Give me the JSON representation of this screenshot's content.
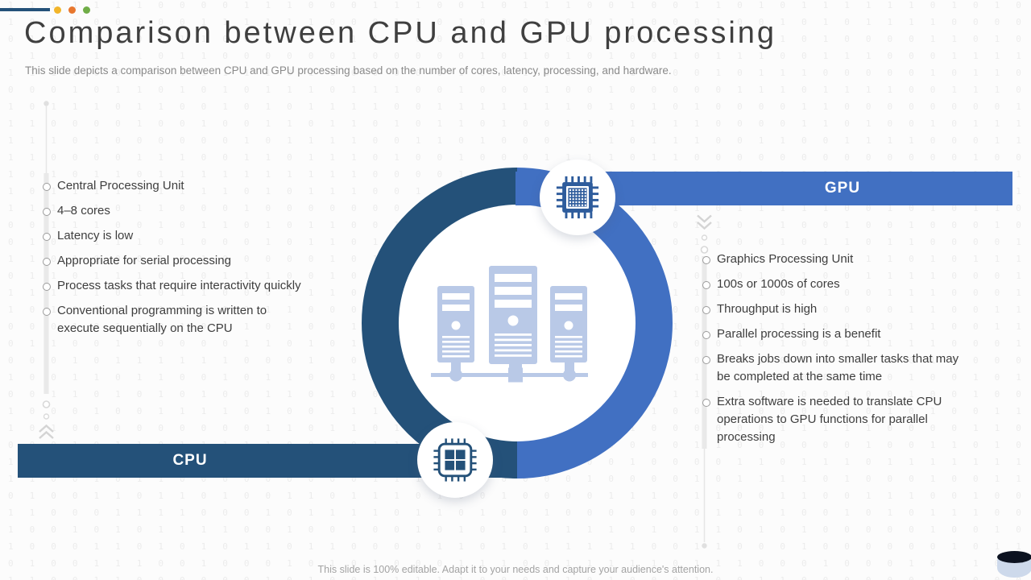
{
  "slide": {
    "title": "Comparison between CPU and GPU processing",
    "subtitle": "This slide depicts a comparison between CPU and GPU processing based on the number of cores, latency, processing, and hardware.",
    "footer": "This slide is 100% editable. Adapt it to your needs and capture your audience's attention."
  },
  "cpu": {
    "label": "CPU",
    "bullets": [
      "Central Processing Unit",
      "4–8 cores",
      "Latency is low",
      "Appropriate for serial processing",
      "Process tasks that require interactivity quickly",
      "Conventional programming is written to execute sequentially on the CPU"
    ]
  },
  "gpu": {
    "label": "GPU",
    "bullets": [
      "Graphics Processing Unit",
      "100s or 1000s of cores",
      "Throughput is high",
      "Parallel processing is a benefit",
      "Breaks jobs down into smaller tasks that may be completed at the same time",
      "Extra software is needed to translate CPU operations to GPU functions for parallel processing"
    ]
  },
  "icons": {
    "center": "server-cluster-icon",
    "gpu_badge": "gpu-chip-icon",
    "cpu_badge": "cpu-chip-icon",
    "bottom_right": "database-cylinder-icon"
  },
  "colors": {
    "dark-blue": "#245179",
    "light-blue": "#4170c2",
    "chip-blue": "#2e5c9c",
    "server-blue": "#b9c9e7",
    "title-gray": "#3f3f3f",
    "subtitle-gray": "#8a8a8a",
    "footer-gray": "#a3a3a3",
    "connector-gray": "#e6e6e6",
    "dot-yellow": "#f2b52a",
    "dot-orange": "#e8772e",
    "dot-green": "#70ad47",
    "binary-gray": "#ececec"
  }
}
